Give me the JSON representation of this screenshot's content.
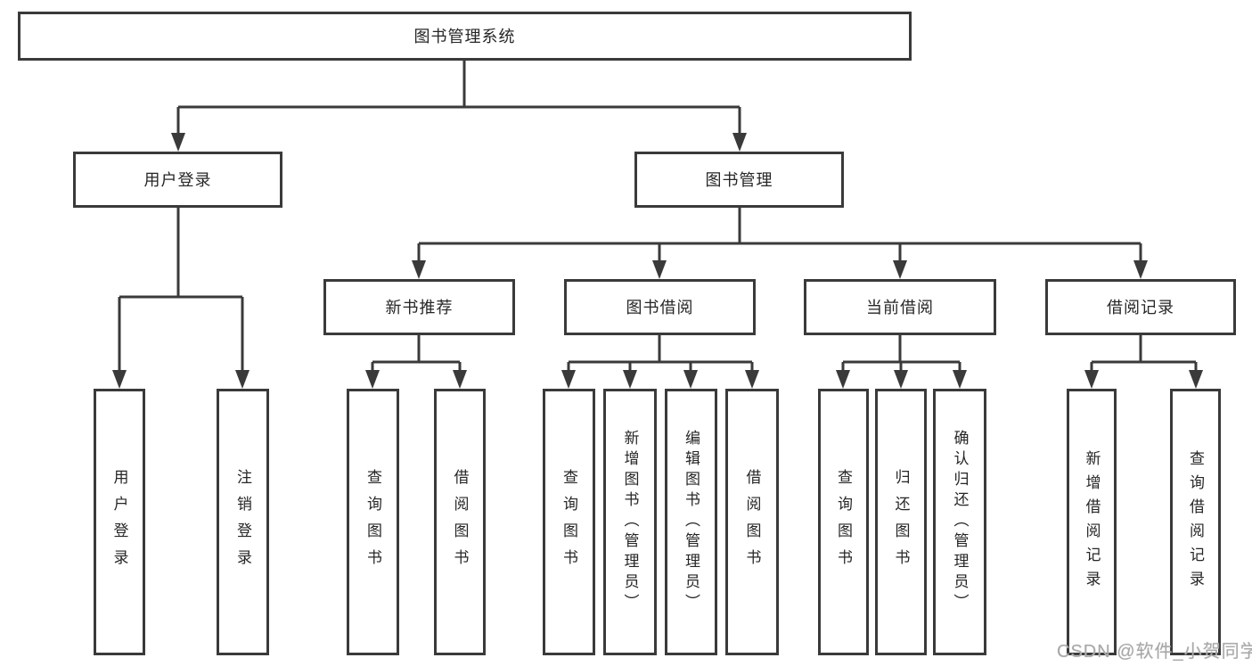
{
  "nodes": {
    "root": "图书管理系统",
    "level2": [
      "用户登录",
      "图书管理"
    ],
    "level3": [
      "新书推荐",
      "图书借阅",
      "当前借阅",
      "借阅记录"
    ],
    "level4": {
      "user_login": [
        "用户登录",
        "注销登录"
      ],
      "new_book": [
        "查询图书",
        "借阅图书"
      ],
      "book_borrow": [
        "查询图书",
        "新增图书（管理员）",
        "编辑图书（管理员）",
        "借阅图书"
      ],
      "current_borrow": [
        "查询图书",
        "归还图书",
        "确认归还（管理员）"
      ],
      "borrow_record": [
        "新增借阅记录",
        "查询借阅记录"
      ]
    }
  },
  "watermark": "CSDN @软件_小贺同学",
  "colors": {
    "line": "#3a3a3a",
    "box_border": "#3a3a3a",
    "text": "#262626",
    "background": "#ffffff",
    "watermark": "#a8a8a8"
  }
}
